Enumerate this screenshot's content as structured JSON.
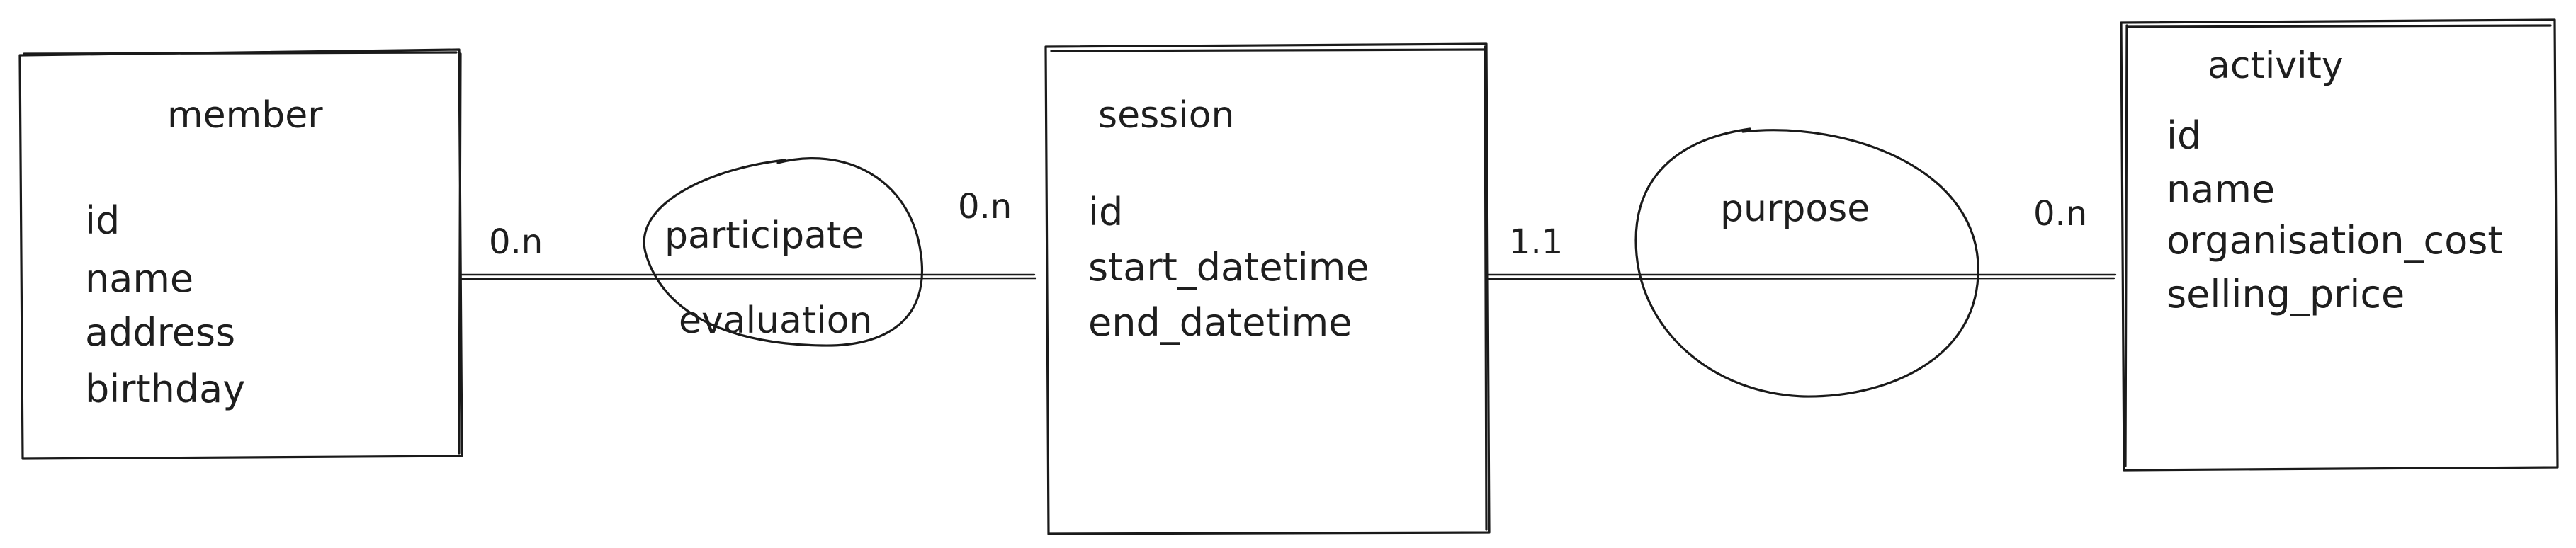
{
  "entities": [
    {
      "id": "member",
      "name": "member",
      "attributes": [
        "id",
        "name",
        "address",
        "birthday"
      ]
    },
    {
      "id": "session",
      "name": "session",
      "attributes": [
        "id",
        "start_datetime",
        "end_datetime"
      ]
    },
    {
      "id": "activity",
      "name": "activity",
      "attributes": [
        "id",
        "name",
        "organisation_cost",
        "selling_price"
      ]
    }
  ],
  "relationships": [
    {
      "id": "participate",
      "name": "participate",
      "attribute": "evaluation",
      "card_left": "0.n",
      "card_right": "0.n"
    },
    {
      "id": "purpose",
      "name": "purpose",
      "card_left": "1.1",
      "card_right": "0.n"
    }
  ]
}
